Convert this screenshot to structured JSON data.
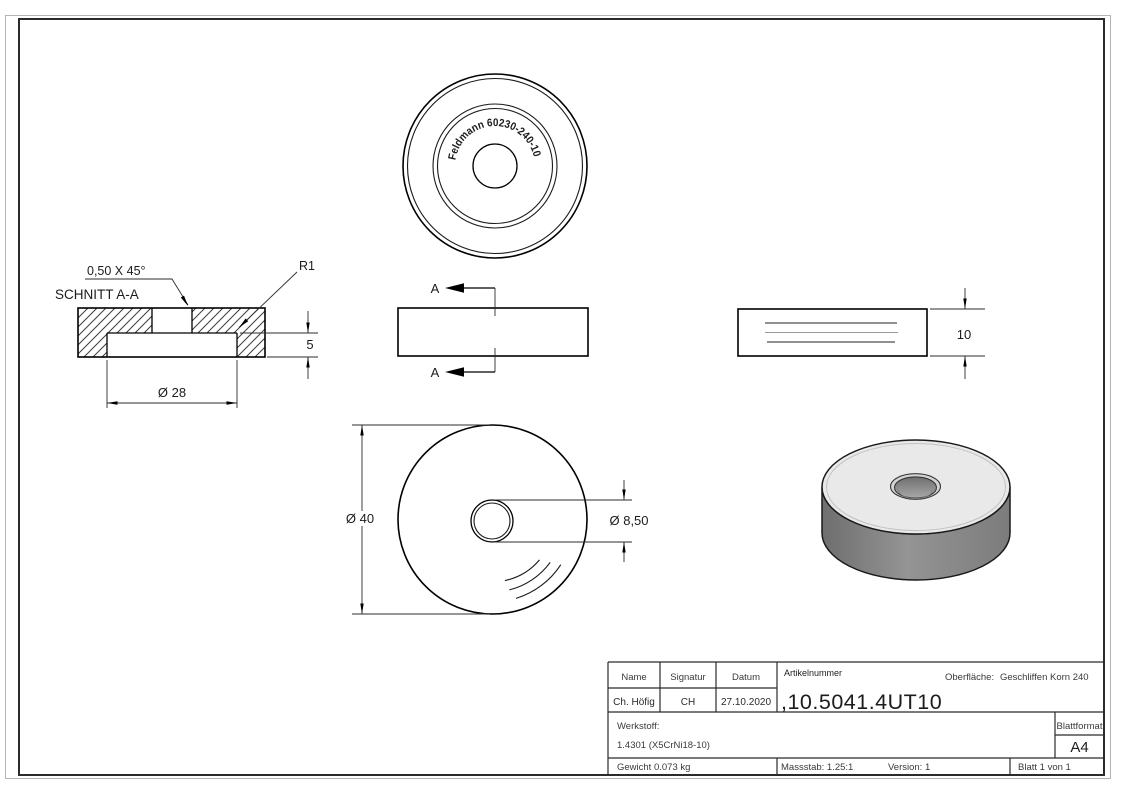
{
  "drawing": {
    "top_view": {
      "label_text": "Feldmann 60230-240-10"
    },
    "section_view": {
      "title": "SCHNITT A-A",
      "chamfer_dim": "0,50 X 45°",
      "fillet_dim": "R1",
      "depth_dim": "5",
      "counterbore_dim": "Ø 28"
    },
    "front_view": {
      "section_label_top": "A",
      "section_label_bottom": "A"
    },
    "side_view": {
      "thickness_dim": "10"
    },
    "bottom_view": {
      "outer_dim": "Ø 40",
      "hole_dim": "Ø 8,50"
    }
  },
  "title_block": {
    "col_name": {
      "header": "Name",
      "value": "Ch. Höfig"
    },
    "col_signature": {
      "header": "Signatur",
      "value": "CH"
    },
    "col_date": {
      "header": "Datum",
      "value": "27.10.2020"
    },
    "article": {
      "label": "Artikelnummer",
      "number": ",10.5041.4UT10"
    },
    "surface": {
      "label": "Oberfläche:",
      "value": "Geschliffen Korn 240"
    },
    "material": {
      "label": "Werkstoff:",
      "value": "1.4301 (X5CrNi18-10)"
    },
    "format": {
      "label": "Blattformat",
      "value": "A4"
    },
    "weight": "Gewicht 0.073 kg",
    "scale": "Massstab: 1.25:1",
    "version": "Version: 1",
    "sheet": "Blatt 1 von 1"
  },
  "colors": {
    "line": "#000000",
    "iso_top_face": "#e9e9e9",
    "iso_side_dark": "#6e6e6e",
    "iso_side_light": "#949494",
    "frame": "#2b2b2b"
  }
}
